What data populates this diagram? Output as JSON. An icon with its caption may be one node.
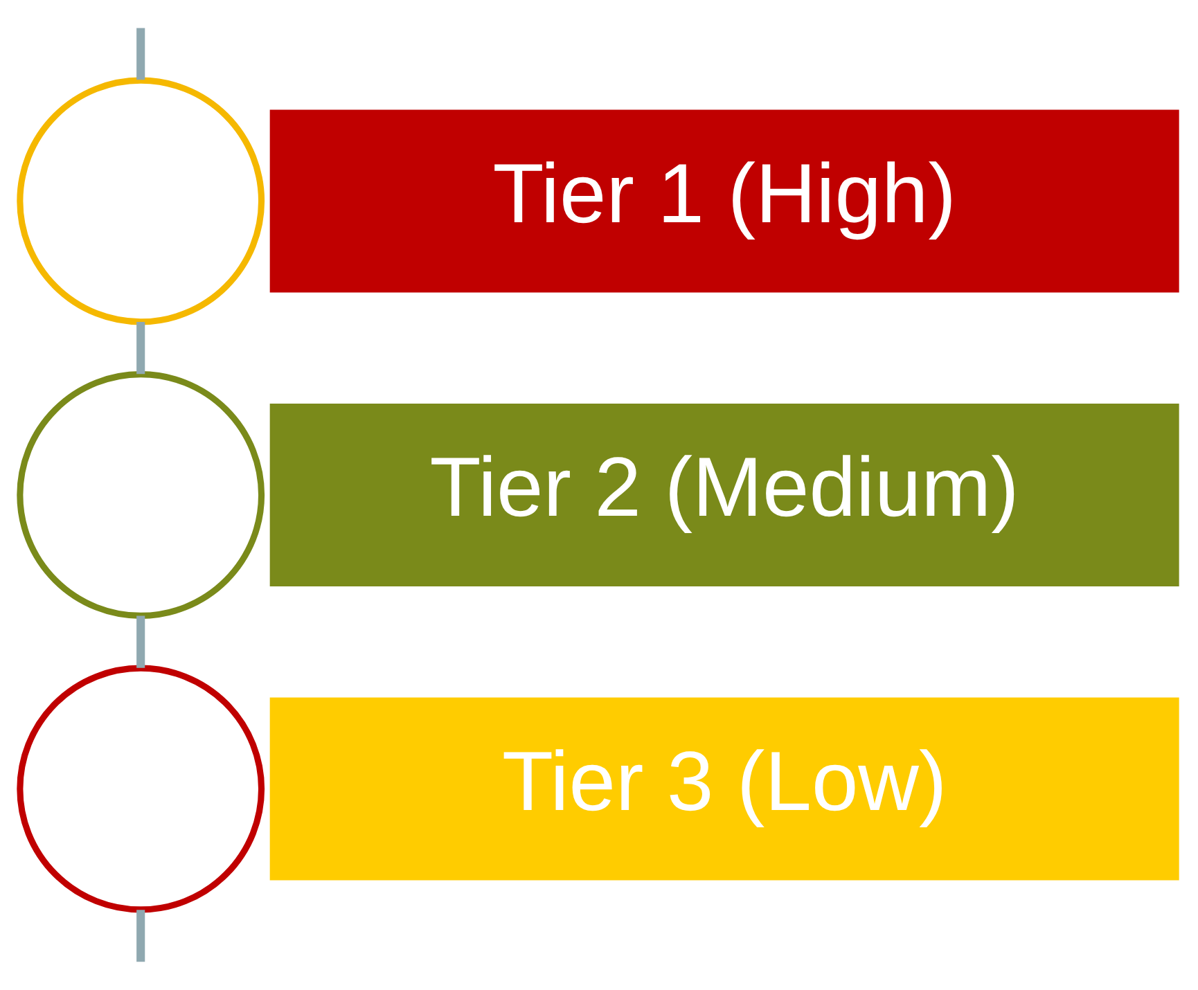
{
  "diagram": {
    "nodes": [
      {
        "text": [],
        "shape": "circle"
      },
      {
        "text": [
          "Tier 1 (High)"
        ]
      },
      {
        "text": [],
        "shape": "circle"
      },
      {
        "text": [
          "Tier 2 (Medium)"
        ]
      },
      {
        "text": [],
        "shape": "circle"
      },
      {
        "text": [
          "Tier 3 (Low)"
        ]
      }
    ],
    "edges": [
      {
        "from": null,
        "to": 0,
        "arrow": "none"
      },
      {
        "from": 0,
        "to": 2,
        "arrow": "none"
      },
      {
        "from": 2,
        "to": 4,
        "arrow": "none"
      },
      {
        "from": 4,
        "to": null,
        "arrow": "none"
      }
    ]
  }
}
